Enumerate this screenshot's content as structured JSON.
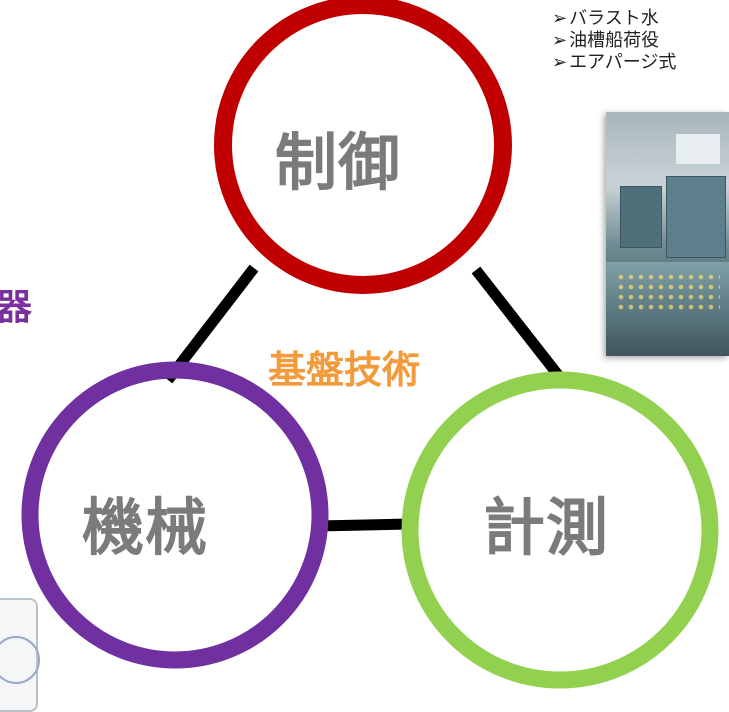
{
  "diagram": {
    "center_label": "基盤技術",
    "partial_left_label": "器",
    "nodes": [
      {
        "id": "control",
        "label": "制御",
        "ring_color": "#c00000"
      },
      {
        "id": "machine",
        "label": "機械",
        "ring_color": "#7030a0"
      },
      {
        "id": "measure",
        "label": "計測",
        "ring_color": "#92d050"
      }
    ],
    "connector_color": "#000000"
  },
  "bullets": {
    "marker": "➢",
    "items": [
      "バラスト水",
      "油槽船荷役",
      "エアパージ式"
    ]
  },
  "photo": {
    "icon": "control-room-photo"
  }
}
